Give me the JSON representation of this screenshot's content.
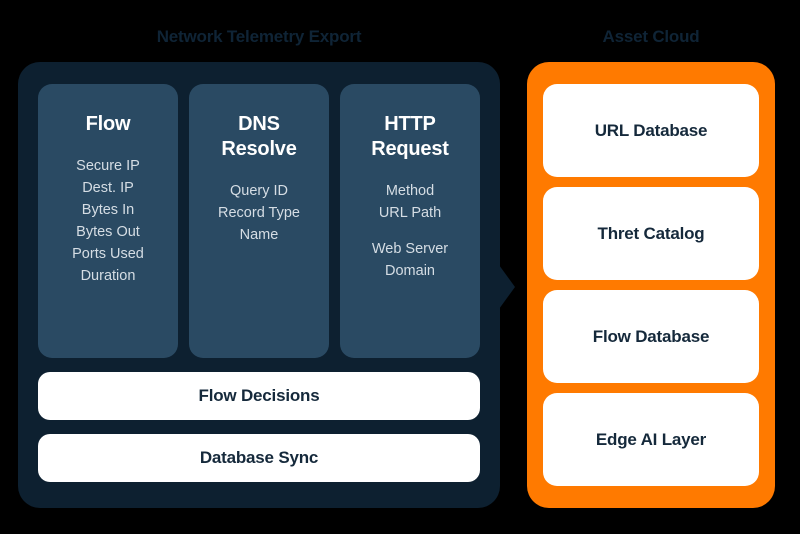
{
  "diagram": {
    "background_color": "#000000",
    "left_panel": {
      "title": "Network Telemetry Export",
      "panel_color": "#0d2030",
      "card_color": "#2a4a63",
      "connector_icon": "arrow-right-icon",
      "cards": [
        {
          "title": "Flow",
          "title_lines": [
            "Flow"
          ],
          "items": [
            "Secure IP",
            "Dest. IP",
            "Bytes In",
            "Bytes Out",
            "Ports Used",
            "Duration"
          ]
        },
        {
          "title": "DNS Resolve",
          "title_lines": [
            "DNS",
            "Resolve"
          ],
          "items": [
            "Query ID",
            "Record Type",
            "Name"
          ]
        },
        {
          "title": "HTTP Request",
          "title_lines": [
            "HTTP",
            "Request"
          ],
          "items": [
            "Method",
            "URL Path",
            "Web Server Domain"
          ]
        }
      ],
      "bars": [
        {
          "label": "Flow Decisions"
        },
        {
          "label": "Database Sync"
        }
      ]
    },
    "right_panel": {
      "title": "Asset Cloud",
      "panel_color": "#FF7A00",
      "card_color": "#ffffff",
      "cards": [
        {
          "label": "URL Database"
        },
        {
          "label": "Thret Catalog"
        },
        {
          "label": "Flow Database"
        },
        {
          "label": "Edge AI Layer"
        }
      ]
    }
  }
}
